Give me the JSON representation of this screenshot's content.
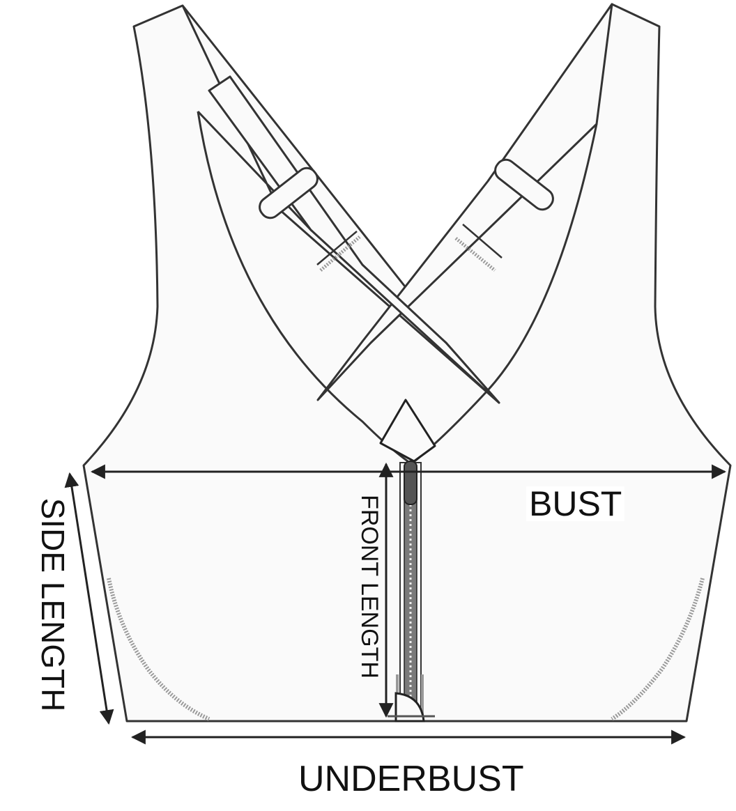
{
  "labels": {
    "bust": "BUST",
    "underbust": "UNDERBUST",
    "side_length": "SIDE LENGTH",
    "front_length": "FRONT LENGTH"
  },
  "colors": {
    "outline": "#333333",
    "fill": "#fafafa",
    "arrow": "#222222",
    "stitch": "#9a9a9a"
  }
}
